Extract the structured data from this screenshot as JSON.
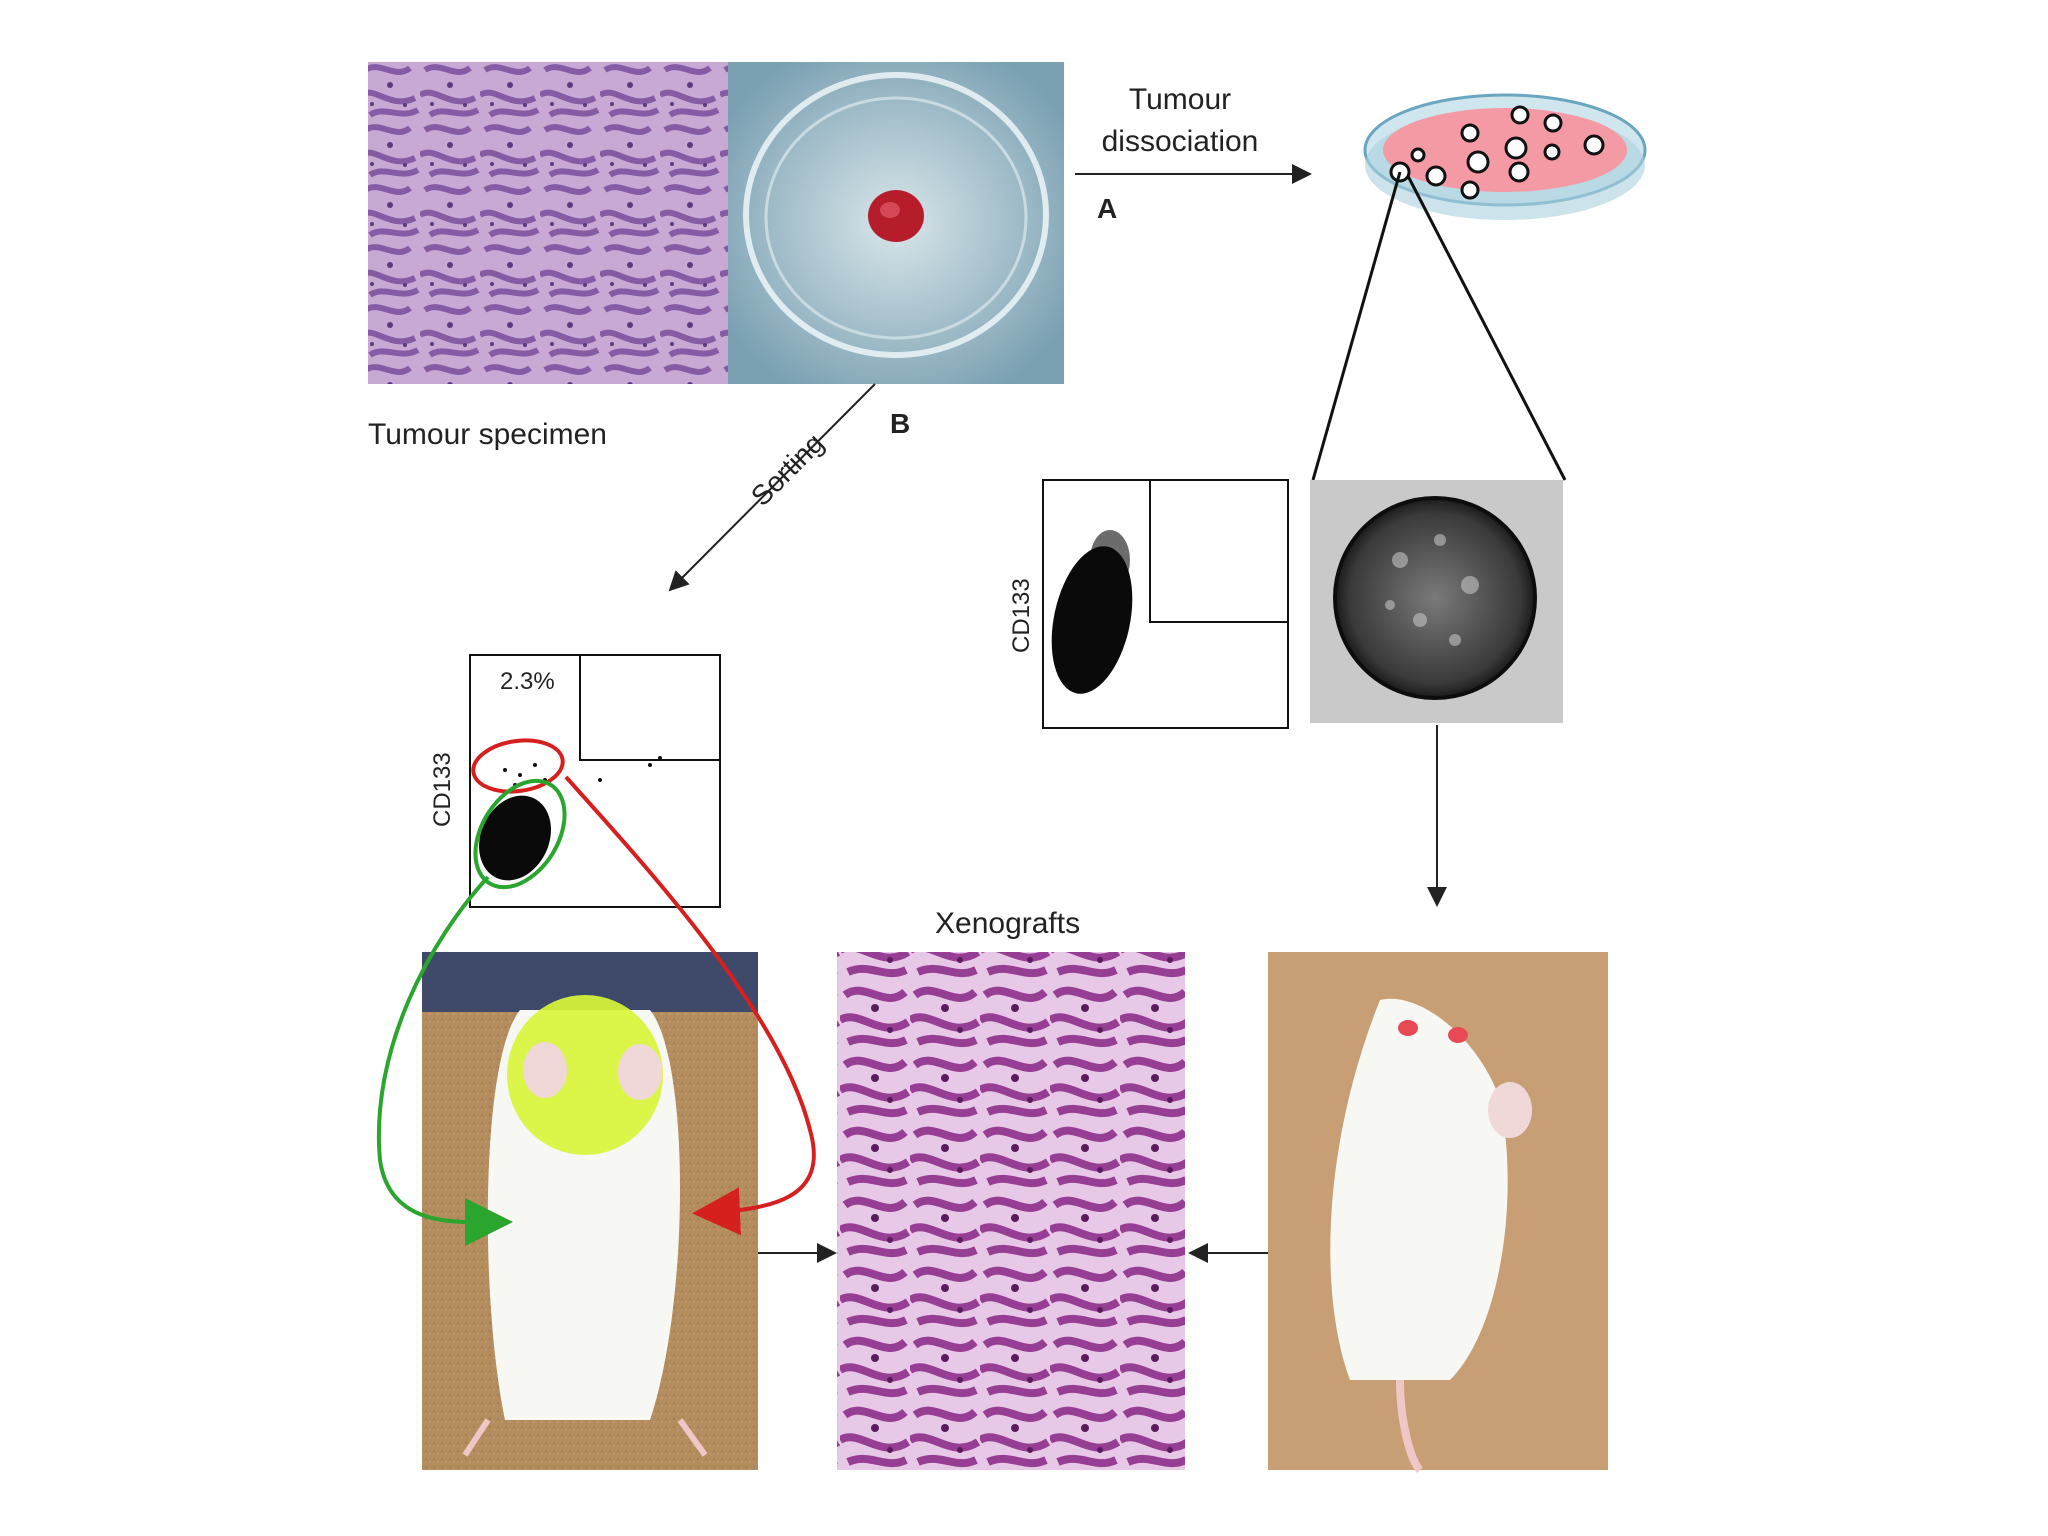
{
  "labels": {
    "tumour_specimen": "Tumour specimen",
    "tumour_dissociation_l1": "Tumour",
    "tumour_dissociation_l2": "dissociation",
    "path_a": "A",
    "path_b": "B",
    "sorting": "Sorting",
    "xenografts": "Xenografts",
    "gate_percent": "2.3%",
    "cd133_sorted": "CD133",
    "cd133_sphere": "CD133"
  },
  "panels": {
    "histology_top": "tumour-histology-image",
    "petri_tissue": "petri-dish-with-tumour-tissue",
    "sphere_dish": "culture-dish-with-spheres",
    "sphere_micro": "tumour-sphere-micrograph",
    "mouse_left": "mouse-with-fluorescent-tumour",
    "histology_xeno": "xenograft-histology-image",
    "mouse_right": "mouse-xenograft"
  },
  "colors": {
    "histology_purple": "#8a63a8",
    "histology_pink": "#d9b3d8",
    "dish_blue": "#8fb8c8",
    "tissue_red": "#b51d2a",
    "culture_pink": "#f39aa5",
    "gate_red": "#d62020",
    "gate_green": "#2aa52e",
    "fluor_yellow": "#d8f53a",
    "mouse_bg": "#b38c5e"
  }
}
